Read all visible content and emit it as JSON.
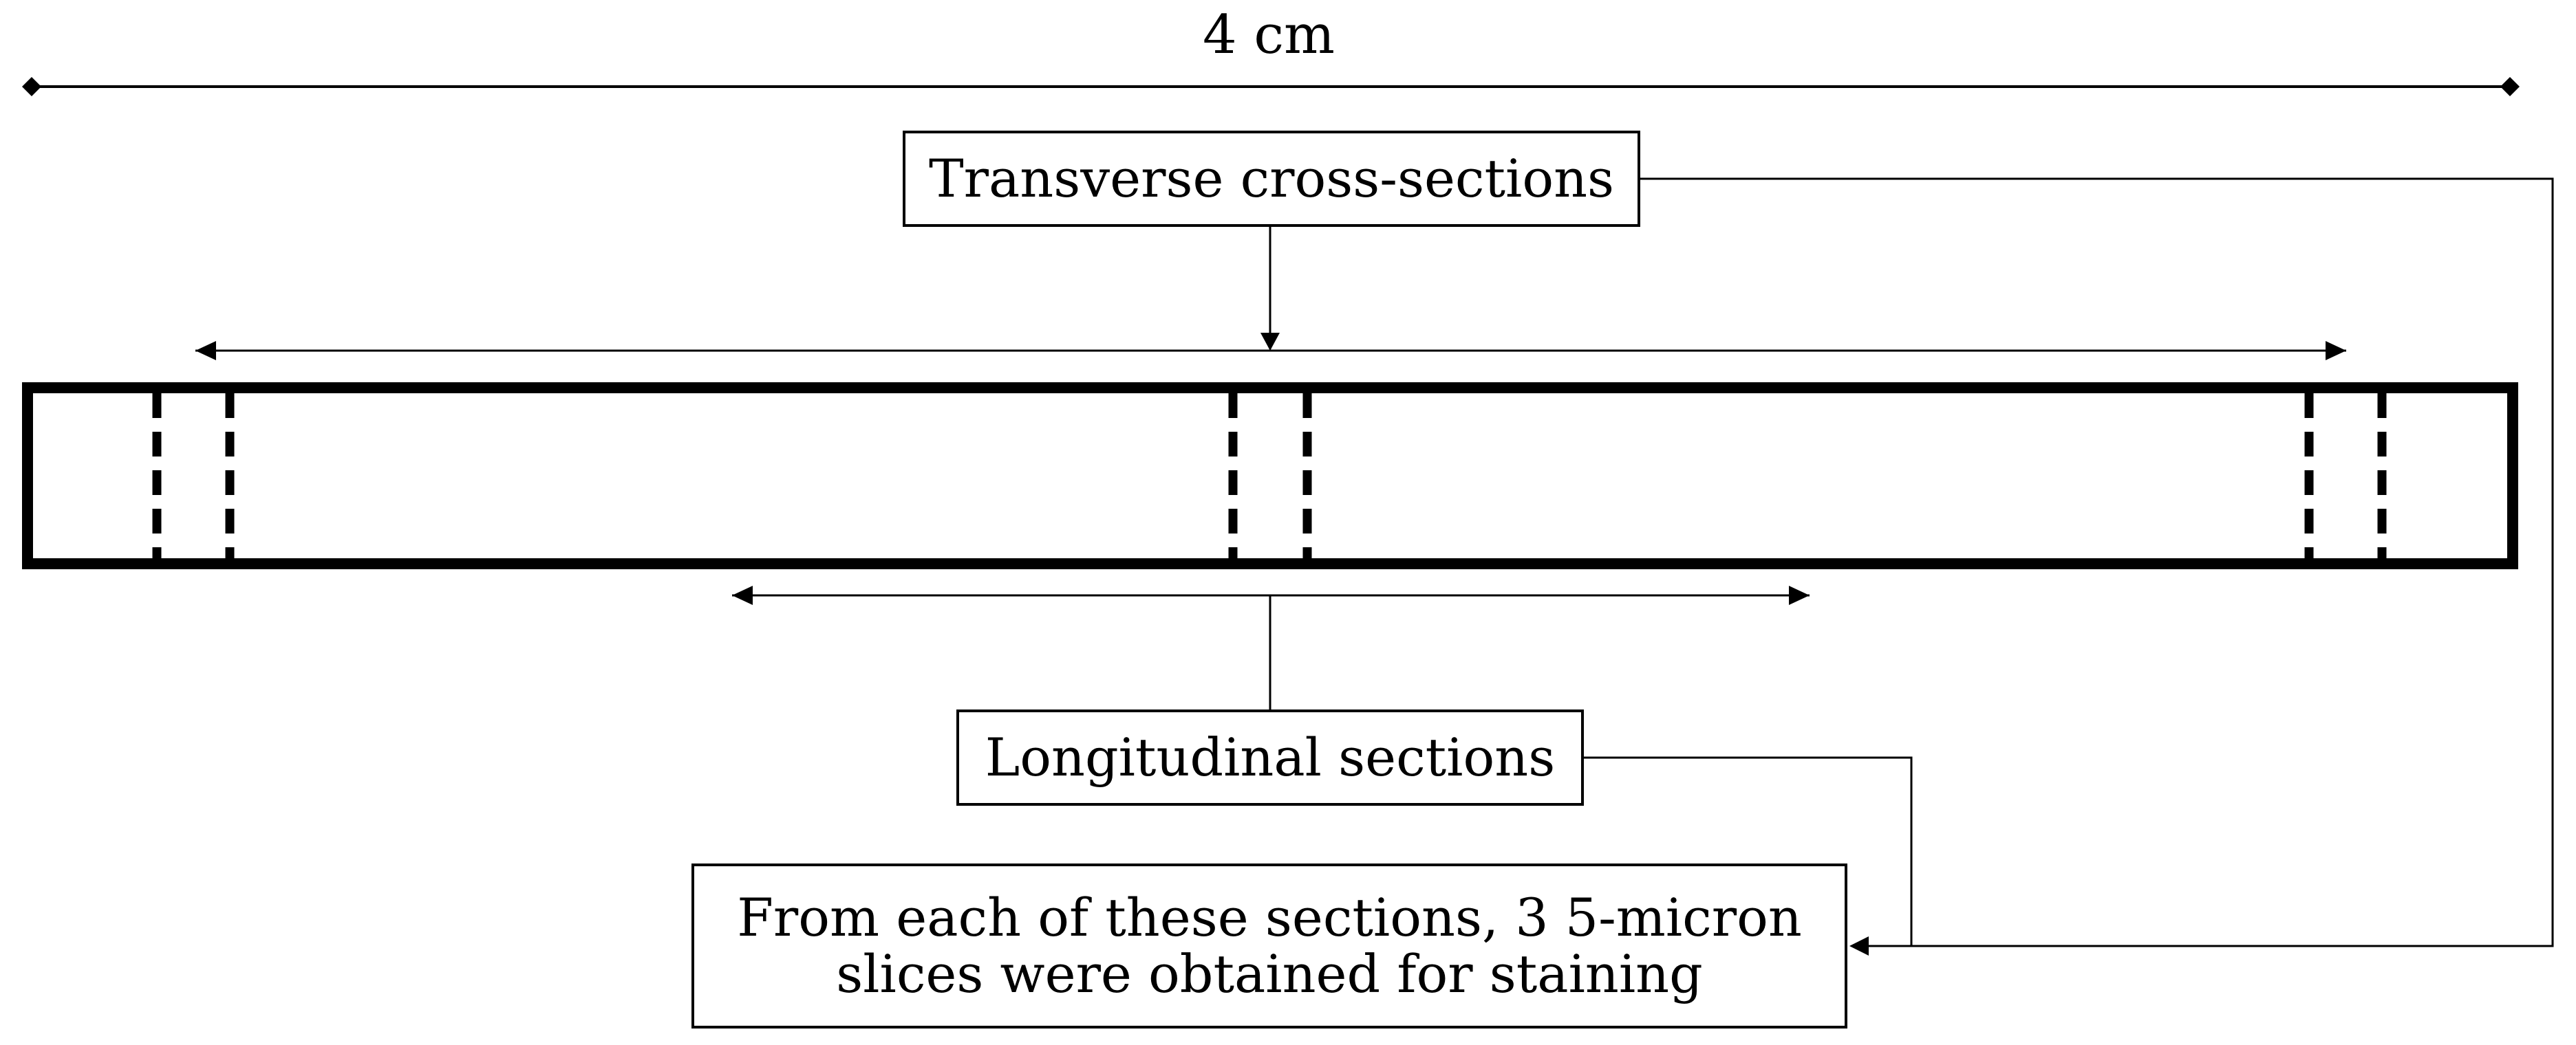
{
  "scale": {
    "label": "4 cm"
  },
  "transverse": {
    "label": "Transverse cross-sections"
  },
  "longitudinal": {
    "label": "Longitudinal sections"
  },
  "note": {
    "line1": "From each of these sections, 3 5-micron",
    "line2": "slices were obtained for staining"
  }
}
